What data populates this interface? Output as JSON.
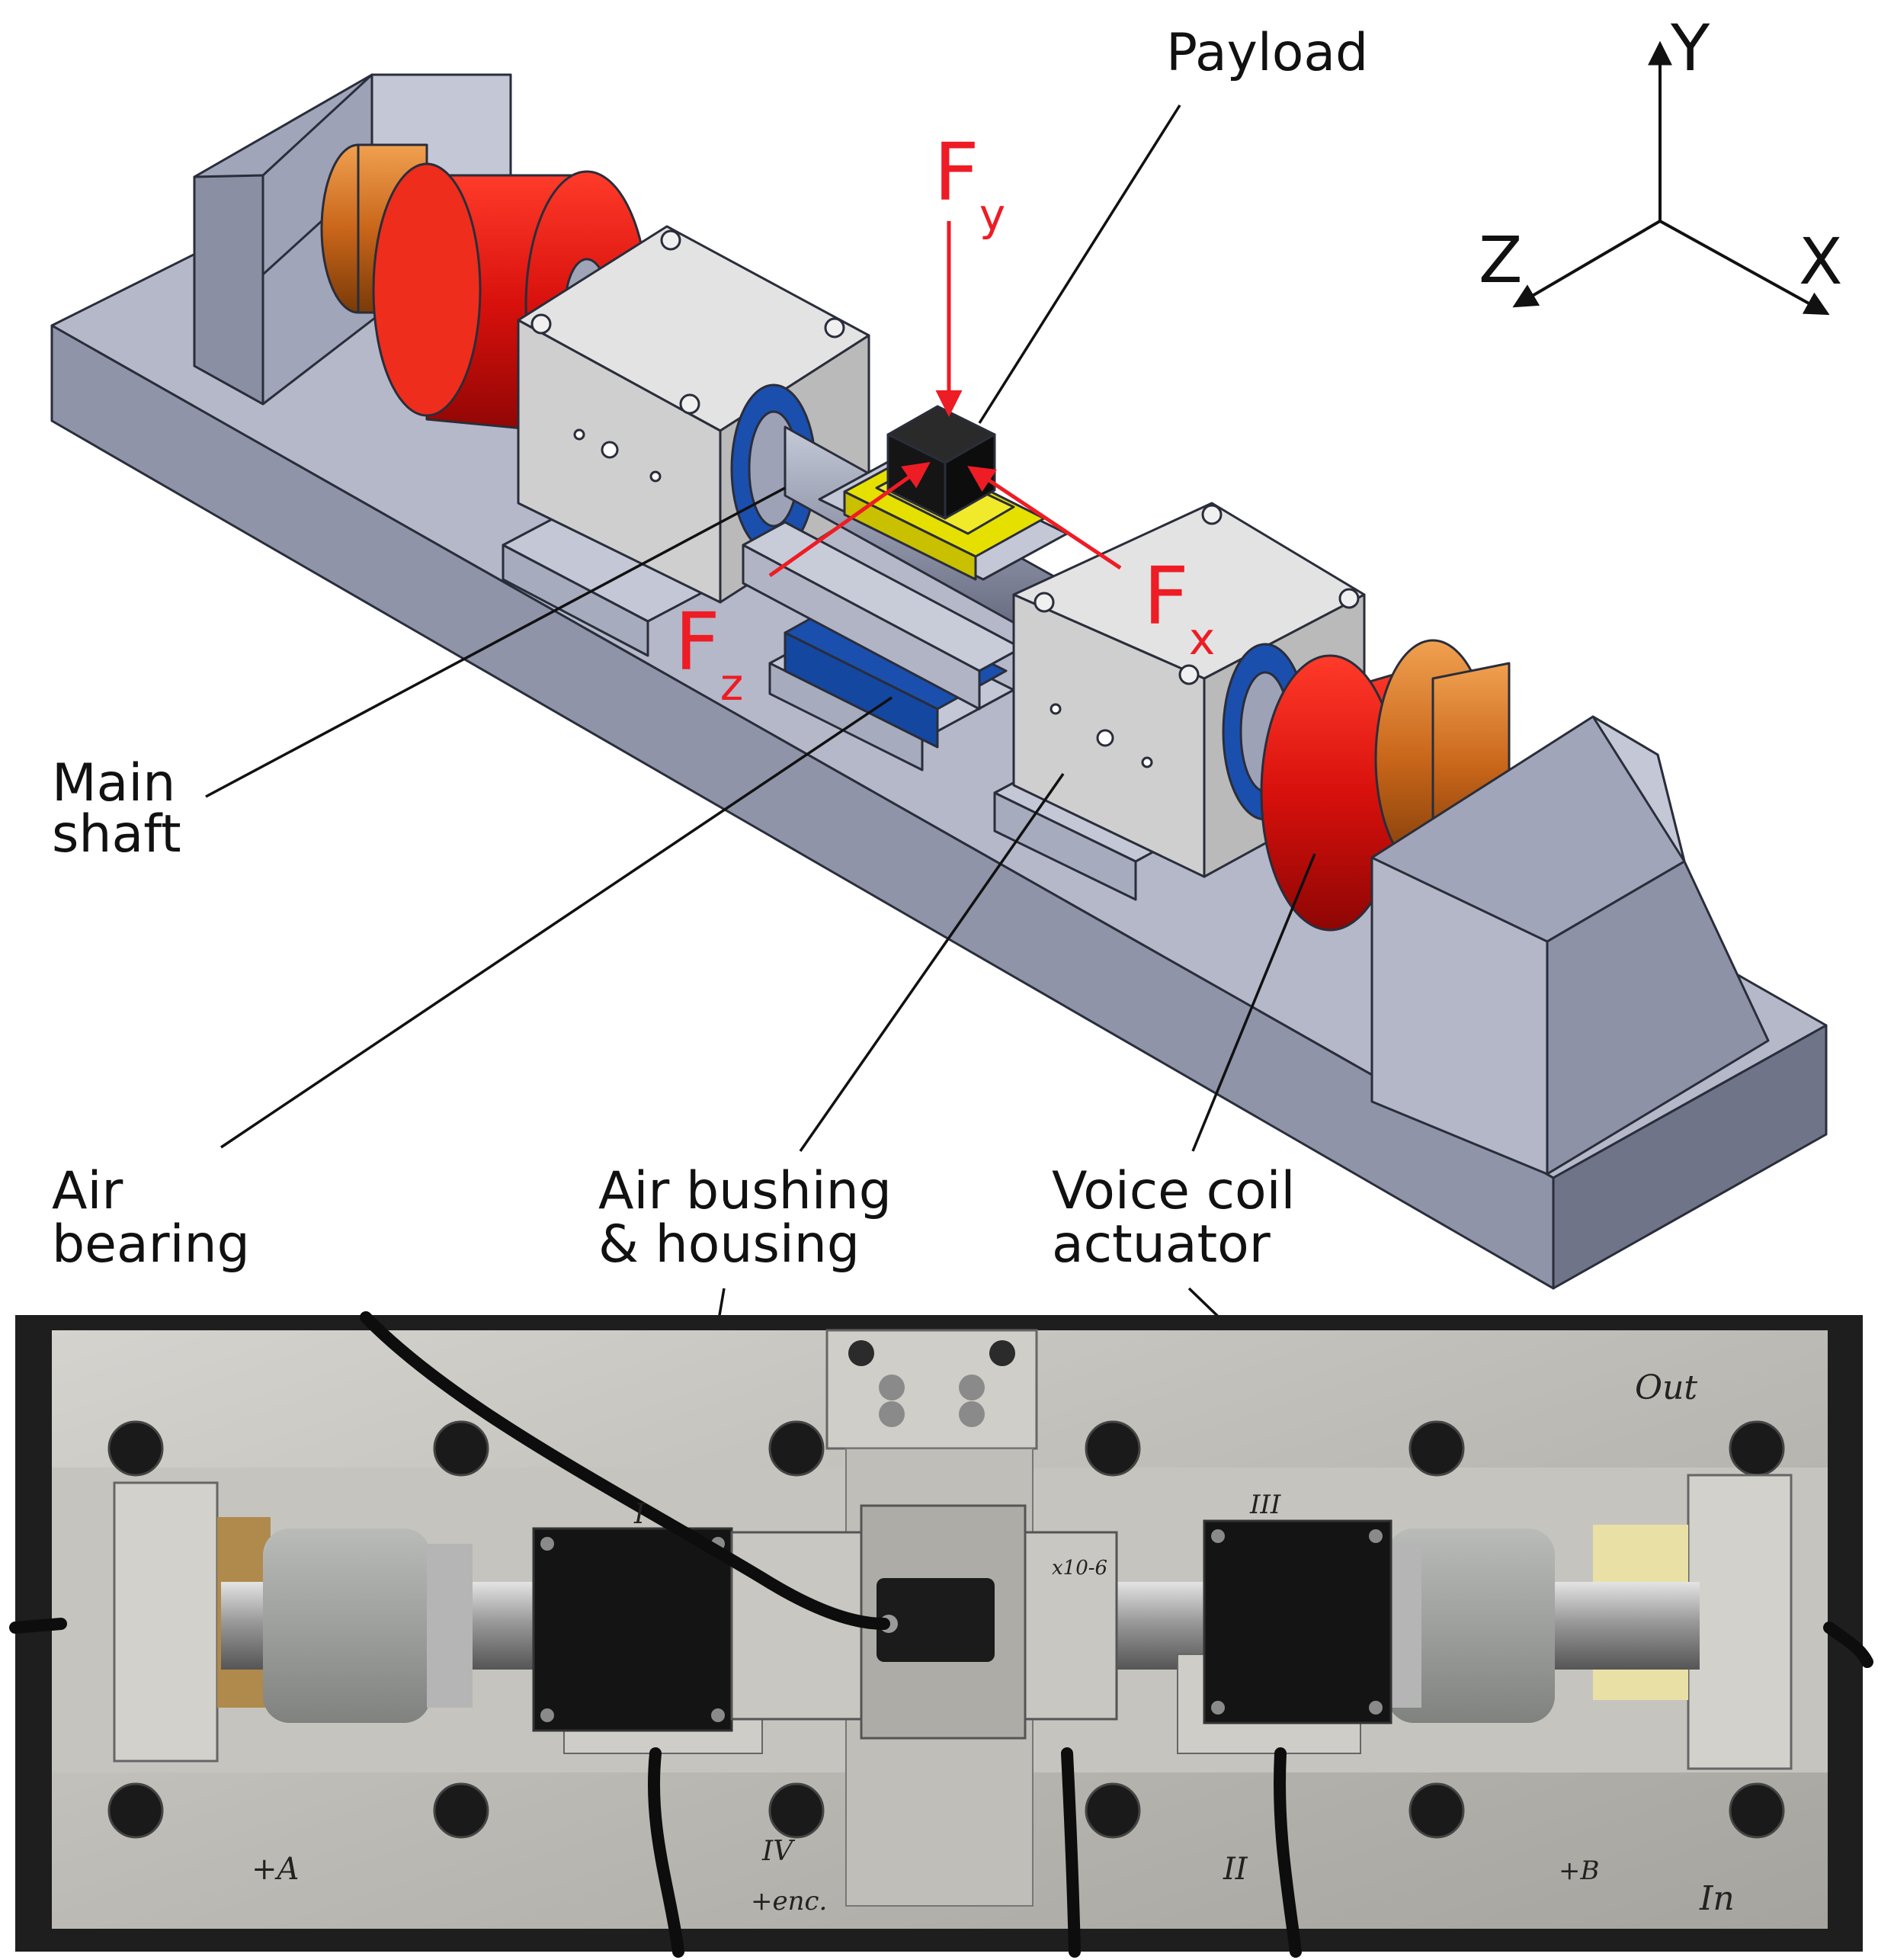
{
  "labels": {
    "payload": "Payload",
    "main_shaft_1": "Main",
    "main_shaft_2": "shaft",
    "air_bearing_1": "Air",
    "air_bearing_2": "bearing",
    "air_bushing_1": "Air bushing",
    "air_bushing_2": "& housing",
    "voice_coil_1": "Voice coil",
    "voice_coil_2": "actuator"
  },
  "axes": {
    "y": "Y",
    "z": "Z",
    "x": "X"
  },
  "forces": {
    "fy_main": "F",
    "fy_sub": "y",
    "fx_main": "F",
    "fx_sub": "x",
    "fz_main": "F",
    "fz_sub": "z"
  },
  "photo_marks": {
    "out": "Out",
    "in": "In",
    "plus_a": "+A",
    "plus_b": "+B",
    "plus_enc": "+enc.",
    "roman_1": "I",
    "roman_2": "II",
    "roman_3": "III",
    "roman_4": "IV",
    "scale": "x10-6"
  },
  "colors": {
    "force_arrow": "#ee1c24",
    "base_gray": "#a7abbe",
    "actuator_red": "#d8100c",
    "magnet_orange": "#c9661a",
    "housing_light": "#d4d4d4",
    "bearing_blue": "#1a4fae",
    "payload_black": "#151515",
    "platform_yellow": "#e6e000"
  }
}
